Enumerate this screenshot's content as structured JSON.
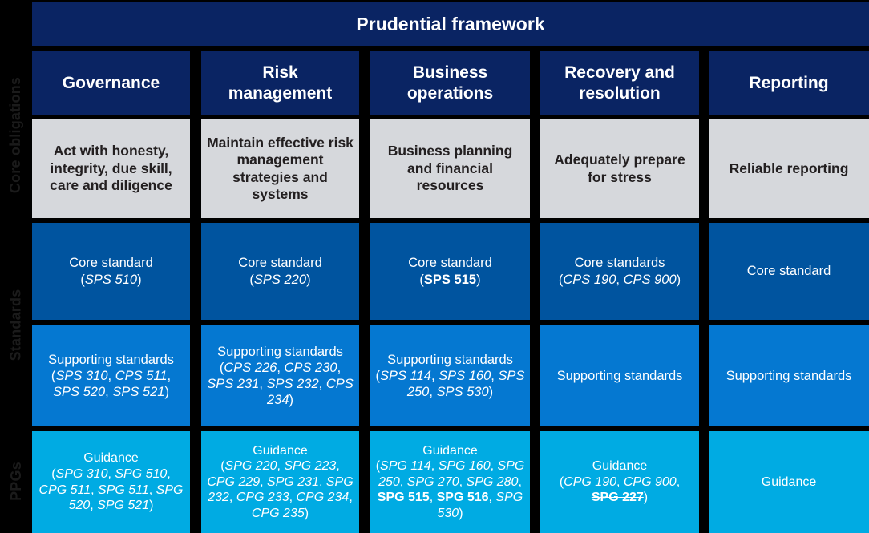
{
  "banner": {
    "title": "Prudential framework"
  },
  "rails": [
    {
      "id": "core-obligations",
      "label": "Core obligations"
    },
    {
      "id": "standards",
      "label": "Standards"
    },
    {
      "id": "ppgs",
      "label": "PPGs"
    }
  ],
  "colors": {
    "banner_navy": "#0a2463",
    "header_navy": "#0a2463",
    "core_grey": "#d6d8dc",
    "standard_blue": "#00549f",
    "supporting_blue": "#0578d1",
    "guidance_cyan": "#00abe3",
    "background": "#000000",
    "rail_text": "#1b1b1b"
  },
  "columns": [
    {
      "header": "Governance"
    },
    {
      "header": "Risk\nmanagement"
    },
    {
      "header": "Business\noperations"
    },
    {
      "header": "Recovery and\nresolution"
    },
    {
      "header": "Reporting"
    }
  ],
  "rows": {
    "core_obligations": [
      "Act with honesty, integrity, due skill, care and diligence",
      "Maintain effective risk management strategies and systems",
      "Business planning and financial resources",
      "Adequately prepare for stress",
      "Reliable reporting"
    ],
    "core_standards": [
      {
        "label": "Core standard",
        "codes": [
          {
            "text": "SPS 510",
            "style": "italic"
          }
        ]
      },
      {
        "label": "Core standard",
        "codes": [
          {
            "text": "SPS 220",
            "style": "italic"
          }
        ]
      },
      {
        "label": "Core standard",
        "codes": [
          {
            "text": "SPS 515",
            "style": "bold"
          }
        ]
      },
      {
        "label": "Core standards",
        "codes": [
          {
            "text": "CPS 190",
            "style": "italic"
          },
          {
            "text": "CPS 900",
            "style": "italic"
          }
        ]
      },
      {
        "label": "Core standard",
        "codes": []
      }
    ],
    "supporting_standards": [
      {
        "label": "Supporting standards",
        "codes": [
          {
            "text": "SPS 310",
            "style": "italic"
          },
          {
            "text": "CPS 511",
            "style": "italic"
          },
          {
            "text": "SPS 520",
            "style": "italic"
          },
          {
            "text": "SPS 521",
            "style": "italic"
          }
        ]
      },
      {
        "label": "Supporting standards",
        "codes": [
          {
            "text": "CPS 226",
            "style": "italic"
          },
          {
            "text": "CPS 230",
            "style": "italic"
          },
          {
            "text": "SPS 231",
            "style": "italic"
          },
          {
            "text": "SPS 232",
            "style": "italic"
          },
          {
            "text": "CPS 234",
            "style": "italic"
          }
        ]
      },
      {
        "label": "Supporting standards",
        "codes": [
          {
            "text": "SPS 114",
            "style": "italic"
          },
          {
            "text": "SPS 160",
            "style": "italic"
          },
          {
            "text": "SPS 250",
            "style": "italic"
          },
          {
            "text": "SPS 530",
            "style": "italic"
          }
        ]
      },
      {
        "label": "Supporting standards",
        "codes": []
      },
      {
        "label": "Supporting standards",
        "codes": []
      }
    ],
    "ppgs": [
      {
        "label": "Guidance",
        "codes": [
          {
            "text": "SPG 310",
            "style": "italic"
          },
          {
            "text": "SPG 510",
            "style": "italic"
          },
          {
            "text": "CPG 511",
            "style": "italic"
          },
          {
            "text": "SPG 511",
            "style": "italic"
          },
          {
            "text": "SPG 520",
            "style": "italic"
          },
          {
            "text": "SPG 521",
            "style": "italic"
          }
        ]
      },
      {
        "label": "Guidance",
        "codes": [
          {
            "text": "SPG 220",
            "style": "italic"
          },
          {
            "text": "SPG 223",
            "style": "italic"
          },
          {
            "text": "CPG 229",
            "style": "italic"
          },
          {
            "text": "SPG 231",
            "style": "italic"
          },
          {
            "text": "SPG 232",
            "style": "italic"
          },
          {
            "text": "CPG 233",
            "style": "italic"
          },
          {
            "text": "CPG 234",
            "style": "italic"
          },
          {
            "text": "CPG 235",
            "style": "italic"
          }
        ]
      },
      {
        "label": "Guidance",
        "codes": [
          {
            "text": "SPG 114",
            "style": "italic"
          },
          {
            "text": "SPG 160",
            "style": "italic"
          },
          {
            "text": "SPG 250",
            "style": "italic"
          },
          {
            "text": "SPG 270",
            "style": "italic"
          },
          {
            "text": "SPG 280",
            "style": "italic"
          },
          {
            "text": "SPG 515",
            "style": "bold"
          },
          {
            "text": "SPG 516",
            "style": "bold"
          },
          {
            "text": "SPG 530",
            "style": "italic"
          }
        ]
      },
      {
        "label": "Guidance",
        "codes": [
          {
            "text": "CPG 190",
            "style": "italic"
          },
          {
            "text": "CPG 900",
            "style": "italic"
          },
          {
            "text": "SPG 227",
            "style": "strike"
          }
        ]
      },
      {
        "label": "Guidance",
        "codes": []
      }
    ]
  }
}
